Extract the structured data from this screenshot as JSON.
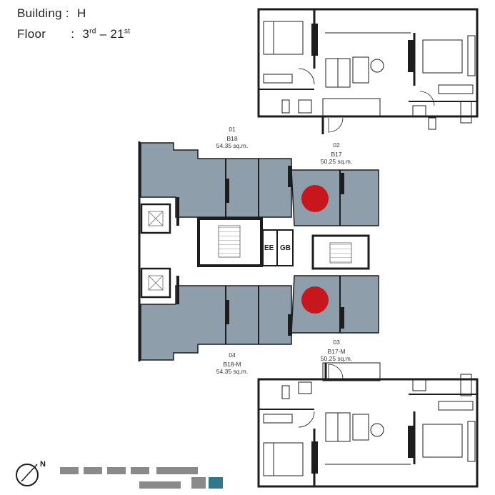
{
  "header": {
    "building_label": "Building :",
    "building_value": "H",
    "floor_label": "Floor",
    "floor_sep": ":",
    "floor_from": "3",
    "floor_from_sup": "rd",
    "floor_dash": "–",
    "floor_to": "21",
    "floor_to_sup": "st"
  },
  "units": [
    {
      "no": "01",
      "type": "B18",
      "area": "54.35 sq.m."
    },
    {
      "no": "02",
      "type": "B17",
      "area": "50.25 sq.m."
    },
    {
      "no": "03",
      "type": "B17-M",
      "area": "50.25 sq.m."
    },
    {
      "no": "04",
      "type": "B18-M",
      "area": "54.35 sq.m."
    }
  ],
  "core": {
    "ee": "EE",
    "gb": "GB"
  },
  "compass": {
    "north": "N"
  },
  "colors": {
    "unit_fill": "#8e9fab",
    "wall": "#1d1d1d",
    "marker": "#c8161d",
    "legend_gray": "#8a8a8a",
    "legend_teal": "#2e7a8a"
  }
}
